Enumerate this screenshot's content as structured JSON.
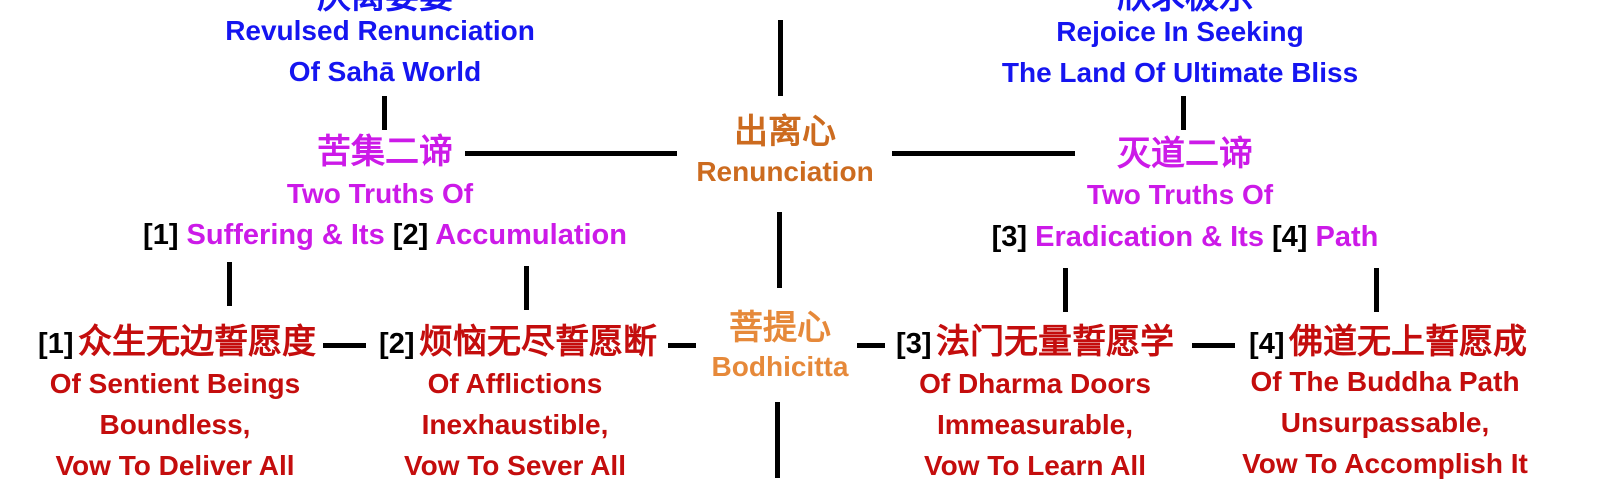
{
  "top_left": {
    "zh": "厌离娑婆",
    "en_line1": "Revulsed Renunciation",
    "en_line2": "Of Sahā World"
  },
  "top_right": {
    "zh": "欣求极乐",
    "en_line1": "Rejoice In Seeking",
    "en_line2": "The Land Of Ultimate Bliss"
  },
  "renunciation": {
    "zh": "出离心",
    "en": "Renunciation"
  },
  "bodhicitta": {
    "zh": "菩提心",
    "en": "Bodhicitta"
  },
  "truths_left": {
    "zh": "苦集二谛",
    "en_line1": "Two Truths Of",
    "num1": "[1]",
    "item1": "Suffering & Its",
    "num2": "[2]",
    "item2": "Accumulation"
  },
  "truths_right": {
    "zh": "灭道二谛",
    "en_line1": "Two Truths Of",
    "num1": "[3]",
    "item1": "Eradication & Its",
    "num2": "[4]",
    "item2": "Path"
  },
  "vows": [
    {
      "num": "[1]",
      "zh": "众生无边誓愿度",
      "en_line1": "Of Sentient Beings",
      "en_line2": "Boundless,",
      "en_line3": "Vow To Deliver All"
    },
    {
      "num": "[2]",
      "zh": "烦恼无尽誓愿断",
      "en_line1": "Of Afflictions",
      "en_line2": "Inexhaustible,",
      "en_line3": "Vow To Sever All"
    },
    {
      "num": "[3]",
      "zh": "法门无量誓愿学",
      "en_line1": "Of Dharma Doors",
      "en_line2": "Immeasurable,",
      "en_line3": "Vow To Learn All"
    },
    {
      "num": "[4]",
      "zh": "佛道无上誓愿成",
      "en_line1": "Of The Buddha Path",
      "en_line2": "Unsurpassable,",
      "en_line3": "Vow To Accomplish It"
    }
  ],
  "colors": {
    "blue": "#1515f0",
    "magenta": "#cc1ae8",
    "orange": "#cc6b1f",
    "light_orange": "#e6893a",
    "red": "#c40d0d",
    "black": "#000000"
  }
}
